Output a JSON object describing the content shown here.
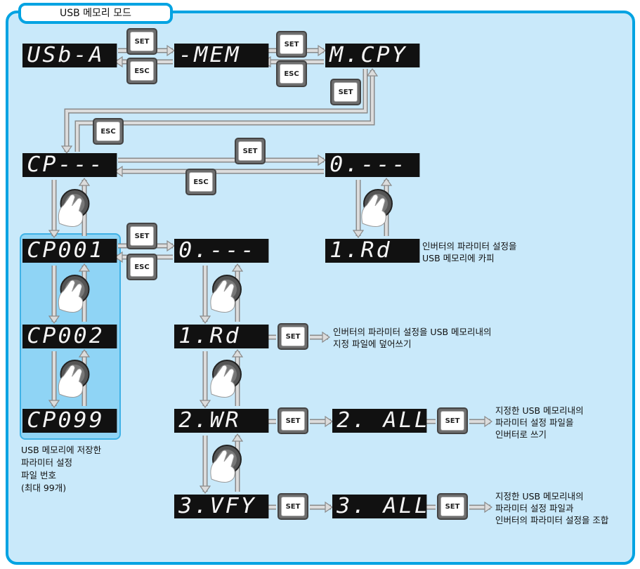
{
  "title": "USB 메모리 모드",
  "displays": {
    "usb_a": "USb-A",
    "mem": "-MEM",
    "mcpy": "M.CPY",
    "cp_none": "CP---",
    "zero_right": "0.---",
    "rd_right": "1.Rd",
    "cp001": "CP001",
    "zero_mid": "0.---",
    "cp002": "CP002",
    "rd_mid": "1.Rd",
    "cp099": "CP099",
    "wr": "2.WR",
    "all2": "2. ALL",
    "vfy": "3.VFY",
    "all3": "3. ALL"
  },
  "buttons": {
    "set": "SET",
    "esc": "ESC"
  },
  "notes": {
    "copy": [
      "인버터의 파라미터 설정을",
      "USB 메모리에 카피"
    ],
    "overwrite": [
      "인버터의 파라미터 설정을 USB 메모리내의",
      "지정 파일에 덮어쓰기"
    ],
    "write": [
      "지정한 USB 메모리내의",
      "파라미터 설정 파일을",
      "인버터로 쓰기"
    ],
    "verify": [
      "지정한 USB 메모리내의",
      "파라미터 설정 파일과",
      "인버터의 파라미터 설정을 조합"
    ],
    "file_no": [
      "USB 메모리에 저장한",
      "파라미터 설정",
      "파일 번호",
      "(최대 99개)"
    ]
  }
}
